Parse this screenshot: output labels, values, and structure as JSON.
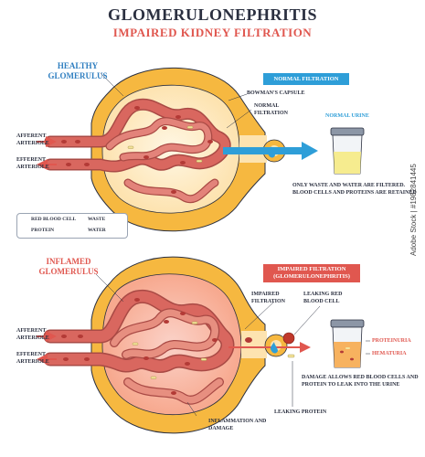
{
  "title": "GLOMERULONEPHRITIS",
  "subtitle": "IMPAIRED KIDNEY FILTRATION",
  "healthy": {
    "section_label": "HEALTHY GLOMERULUS",
    "box_label": "NORMAL FILTRATION",
    "bowmans": "BOWMAN'S CAPSULE",
    "normal_filtration": "NORMAL FILTRATION",
    "urine_label": "NORMAL URINE",
    "afferent": "AFFERENT ARTERIOLE",
    "efferent": "EFFERENT ARTERIOLE",
    "note": "ONLY WASTE AND WATER ARE FILTERED. BLOOD CELLS AND PROTEINS ARE RETAINED"
  },
  "legend": {
    "red_blood_cell": "RED BLOOD CELL",
    "waste": "WASTE",
    "protein": "PROTEIN",
    "water": "WATER"
  },
  "inflamed": {
    "section_label": "INFLAMED GLOMERULUS",
    "box_label": "IMPAIRED FILTRATION (GLOMERULONEPHRITIS)",
    "impaired_filtration": "IMPAIRED FILTRATION",
    "leaking_rbc": "LEAKING RED BLOOD CELL",
    "proteinuria": "PROTEINURIA",
    "hematuria": "HEMATURIA",
    "afferent": "AFFERENT ARTERIOLE",
    "efferent": "EFFERENT ARTERIOLE",
    "note": "DAMAGE ALLOWS RED BLOOD CELLS AND PROTEIN TO LEAK INTO THE URINE",
    "leaking_protein": "LEAKING PROTEIN",
    "inflammation": "INFLAMMATION AND DAMAGE"
  },
  "watermark": "Adobe Stock | #1982841445",
  "colors": {
    "capsule": "#f6b840",
    "capsule_inner": "#fde3b0",
    "vessel": "#d9675f",
    "vessel_dark": "#a94a45",
    "blue_box": "#2e9ed8",
    "red_box": "#e0574f",
    "urine_normal": "#f6ec8f",
    "urine_abnormal": "#f7b25f"
  }
}
